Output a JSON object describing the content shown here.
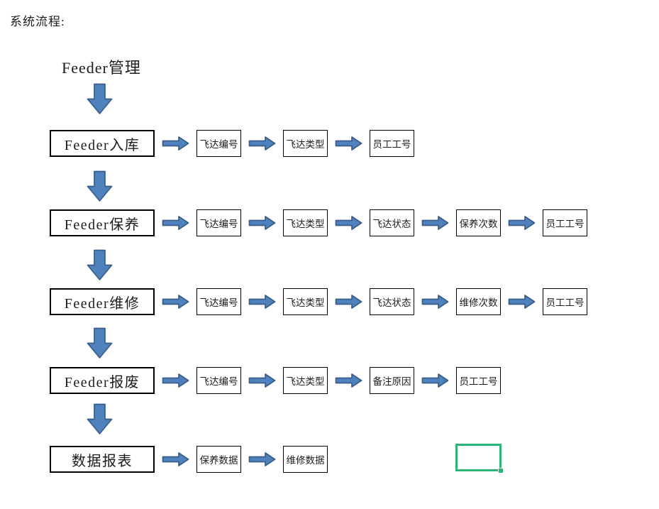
{
  "page": {
    "header_label": "系统流程:",
    "title": "Feeder管理",
    "background": "#ffffff"
  },
  "colors": {
    "arrow_fill": "#4f81bd",
    "arrow_stroke": "#385d8a",
    "box_border": "#000000",
    "text": "#1c1c1c",
    "selection_border": "#2eb474"
  },
  "icons": {
    "down_arrow": "block-down-arrow-icon",
    "right_arrow": "block-right-arrow-icon",
    "fill_handle": "cell-fill-handle-icon"
  },
  "flow": {
    "rows": [
      {
        "stage": "Feeder入库",
        "fields": [
          "飞达编号",
          "飞达类型",
          "员工工号"
        ]
      },
      {
        "stage": "Feeder保养",
        "fields": [
          "飞达编号",
          "飞达类型",
          "飞达状态",
          "保养次数",
          "员工工号"
        ]
      },
      {
        "stage": "Feeder维修",
        "fields": [
          "飞达编号",
          "飞达类型",
          "飞达状态",
          "维修次数",
          "员工工号"
        ]
      },
      {
        "stage": "Feeder报废",
        "fields": [
          "飞达编号",
          "飞达类型",
          "备注原因",
          "员工工号"
        ]
      },
      {
        "stage": "数据报表",
        "fields": [
          "保养数据",
          "维修数据"
        ]
      }
    ]
  },
  "selection_cell": {
    "present": true,
    "color": "#2eb474"
  }
}
